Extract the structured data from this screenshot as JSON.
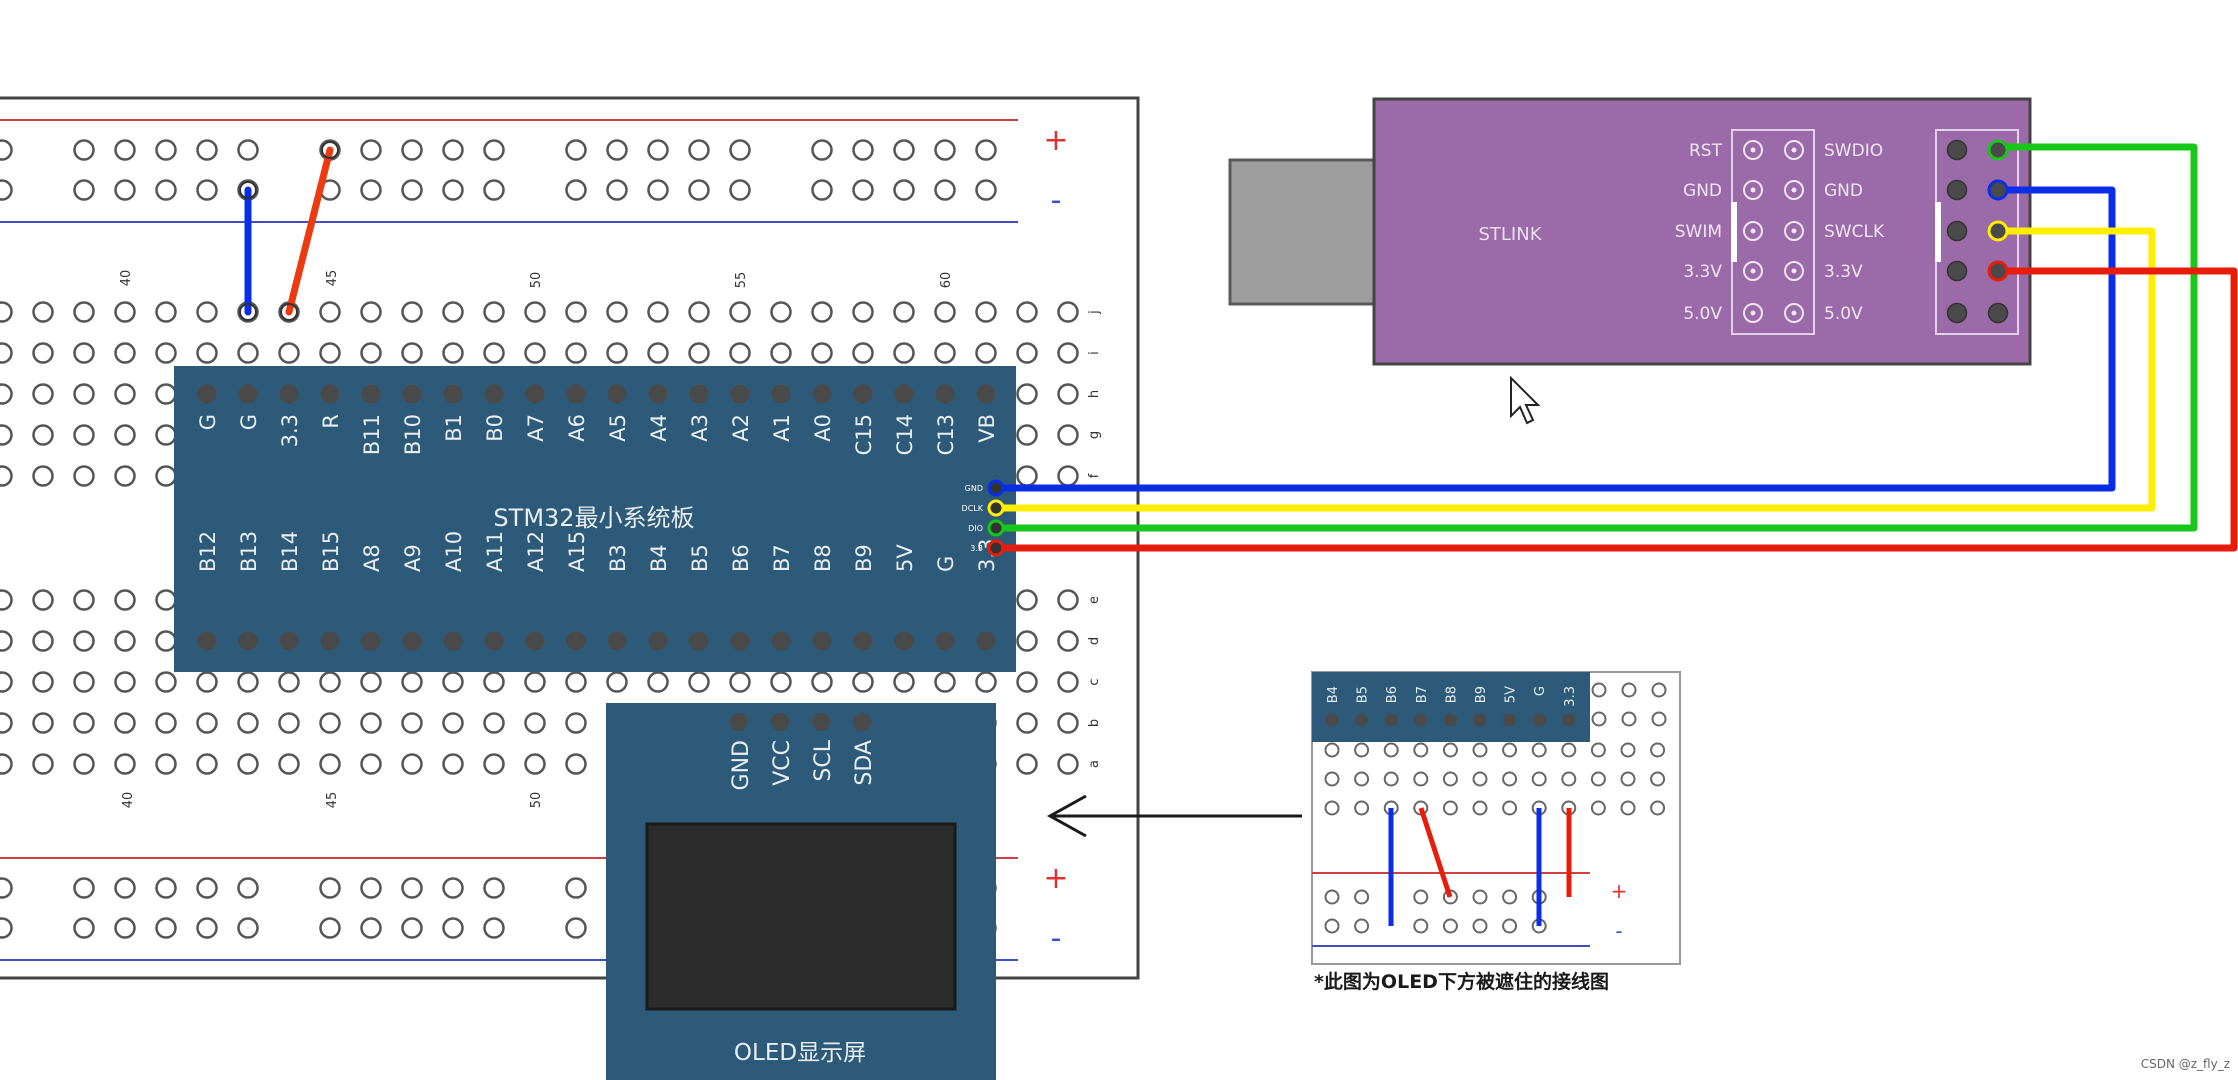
{
  "breadboard": {
    "col_numbers": [
      "40",
      "45",
      "50",
      "55",
      "60"
    ],
    "row_letters_top": [
      "j",
      "i",
      "h",
      "g",
      "f"
    ],
    "row_letters_bottom": [
      "e",
      "d",
      "c",
      "b",
      "a"
    ],
    "rail_plus": "+",
    "rail_minus": "-"
  },
  "stm32": {
    "title": "STM32最小系统板",
    "top_pins": [
      "G",
      "G",
      "3.3",
      "R",
      "B11",
      "B10",
      "B1",
      "B0",
      "A7",
      "A6",
      "A5",
      "A4",
      "A3",
      "A2",
      "A1",
      "A0",
      "C15",
      "C14",
      "C13",
      "VB"
    ],
    "bottom_pins": [
      "B12",
      "B13",
      "B14",
      "B15",
      "A8",
      "A9",
      "A10",
      "A11",
      "A12",
      "A15",
      "B3",
      "B4",
      "B5",
      "B6",
      "B7",
      "B8",
      "B9",
      "5V",
      "G",
      "3.3"
    ],
    "debug_pins": [
      "GND",
      "DCLK",
      "DIO",
      "3.3"
    ]
  },
  "stlink": {
    "title": "STLINK",
    "left_labels": [
      "RST",
      "GND",
      "SWIM",
      "3.3V",
      "5.0V"
    ],
    "right_labels": [
      "SWDIO",
      "GND",
      "SWCLK",
      "3.3V",
      "5.0V"
    ]
  },
  "oled": {
    "title": "OLED显示屏",
    "pins": [
      "GND",
      "VCC",
      "SCL",
      "SDA"
    ]
  },
  "inset": {
    "pins": [
      "B4",
      "B5",
      "B6",
      "B7",
      "B8",
      "B9",
      "5V",
      "G",
      "3.3"
    ],
    "caption": "*此图为OLED下方被遮住的接线图",
    "rail_plus": "+",
    "rail_minus": "-"
  },
  "watermark": "CSDN @z_fly_z",
  "colors": {
    "board_blue": "#2d5a78",
    "stlink_purple": "#9b6aa8",
    "wire_blue": "#0a2ee8",
    "wire_yellow": "#ffee00",
    "wire_green": "#18c818",
    "wire_red": "#e81c0a",
    "rail_red": "#d04040",
    "rail_blue": "#4050c0"
  }
}
